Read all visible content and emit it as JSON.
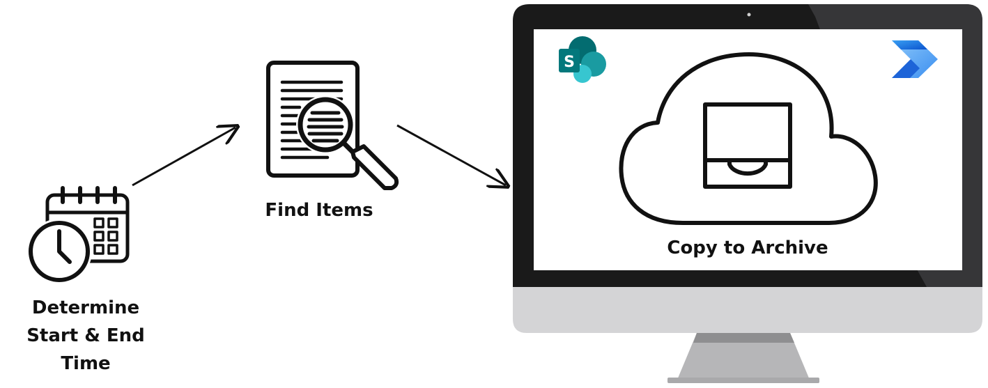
{
  "steps": {
    "determine_time": {
      "line1": "Determine",
      "line2": "Start & End Time"
    },
    "find_items": {
      "label": "Find Items"
    },
    "copy_archive": {
      "label": "Copy to Archive"
    }
  },
  "icons": {
    "calendar_clock": "calendar-clock-icon",
    "document_search": "document-search-icon",
    "cloud_archive": "cloud-archive-icon",
    "sharepoint_logo": "sharepoint-logo-icon",
    "power_automate_logo": "power-automate-logo-icon"
  },
  "logos": {
    "sharepoint_letter": "S"
  },
  "colors": {
    "ink": "#111111",
    "monitor_bezel": "#1a1a1a",
    "monitor_chin": "#d4d4d6",
    "sharepoint_teal": "#038387",
    "power_automate_blue": "#0f6cbd"
  }
}
